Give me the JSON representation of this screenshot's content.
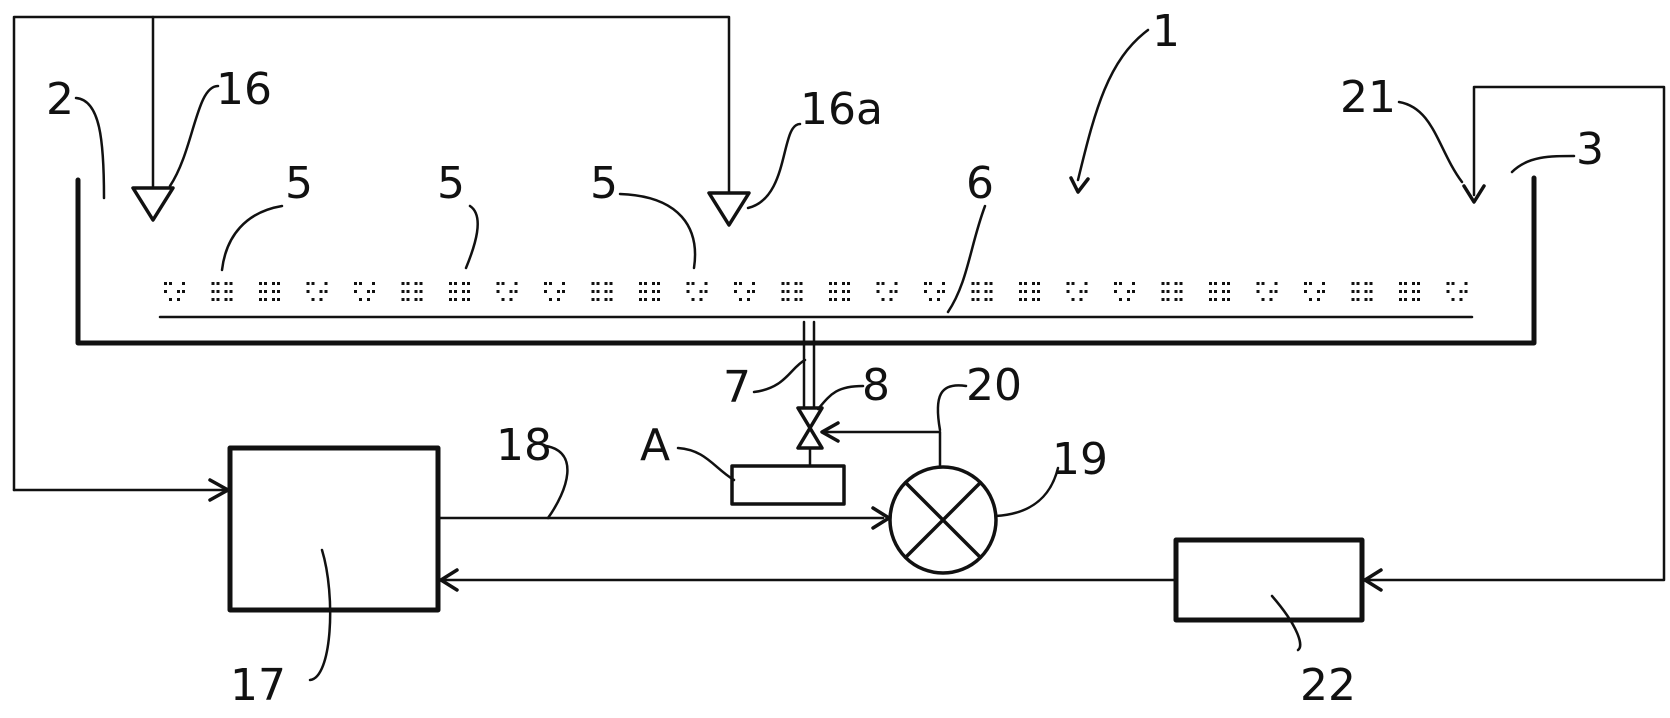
{
  "labels": {
    "tank": "1",
    "inlet_end": "2",
    "outlet_end": "3",
    "membrane_a": "5",
    "membrane_b": "5",
    "membrane_c": "5",
    "aeration_plate": "6",
    "drain_pipe": "7",
    "valve": "8",
    "sprayer_left": "16",
    "sprayer_right": "16a",
    "controller": "17",
    "line": "18",
    "pump": "19",
    "valve_control": "20",
    "return_inlet": "21",
    "filter": "22",
    "sensor": "A"
  }
}
